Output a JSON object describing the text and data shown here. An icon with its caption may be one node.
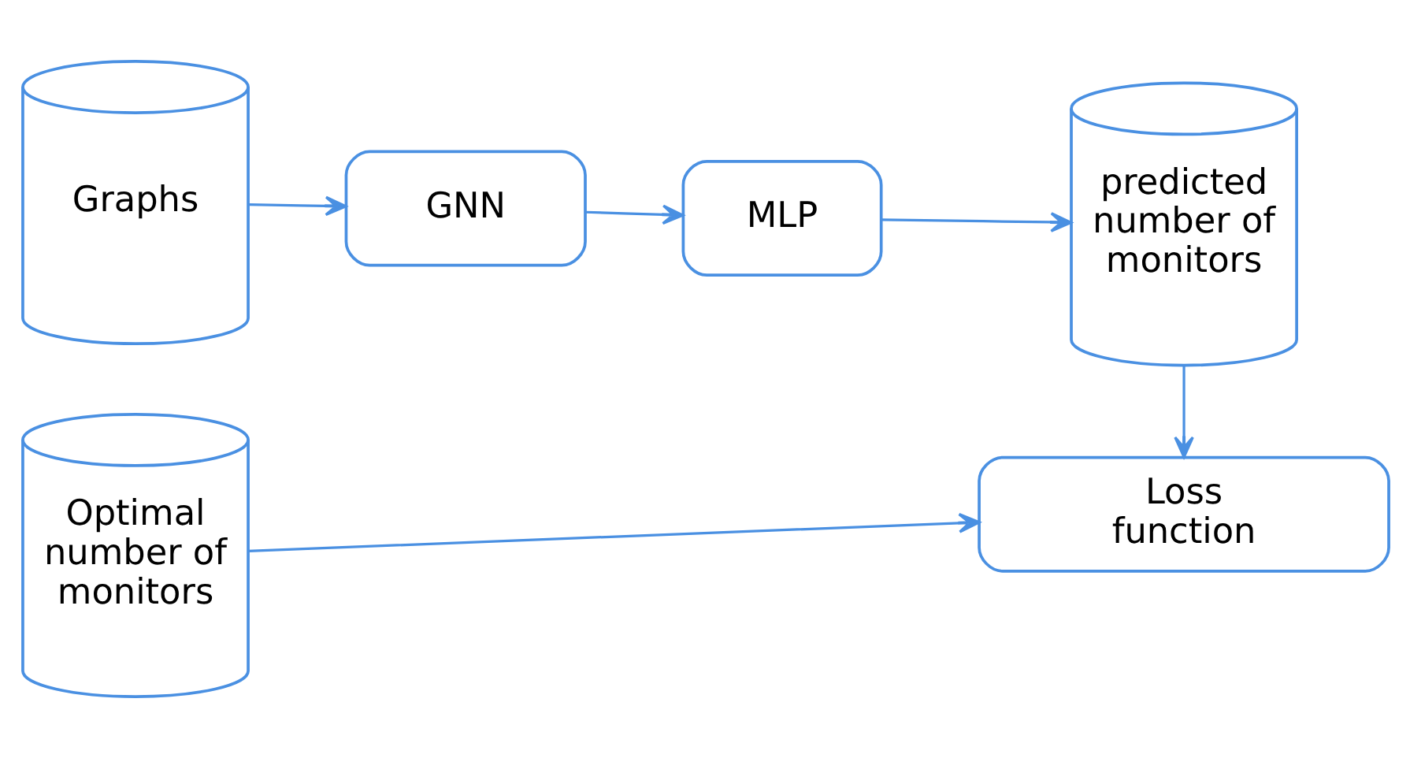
{
  "diagram": {
    "nodes": [
      {
        "text": [
          "Graphs"
        ]
      },
      {
        "text": [
          "GNN"
        ]
      },
      {
        "text": [
          "MLP"
        ]
      },
      {
        "text": [
          "predicted number of monitors"
        ]
      },
      {
        "text": [
          "Optimal number of monitors"
        ]
      },
      {
        "text": [
          "Loss function"
        ]
      }
    ],
    "edges": [
      {
        "from": 0,
        "to": 1,
        "arrow": "to"
      },
      {
        "from": 1,
        "to": 2,
        "arrow": "to"
      },
      {
        "from": 2,
        "to": 3,
        "arrow": "to"
      },
      {
        "from": 3,
        "to": 5,
        "arrow": "to"
      },
      {
        "from": 4,
        "to": 5,
        "arrow": "to"
      }
    ]
  }
}
